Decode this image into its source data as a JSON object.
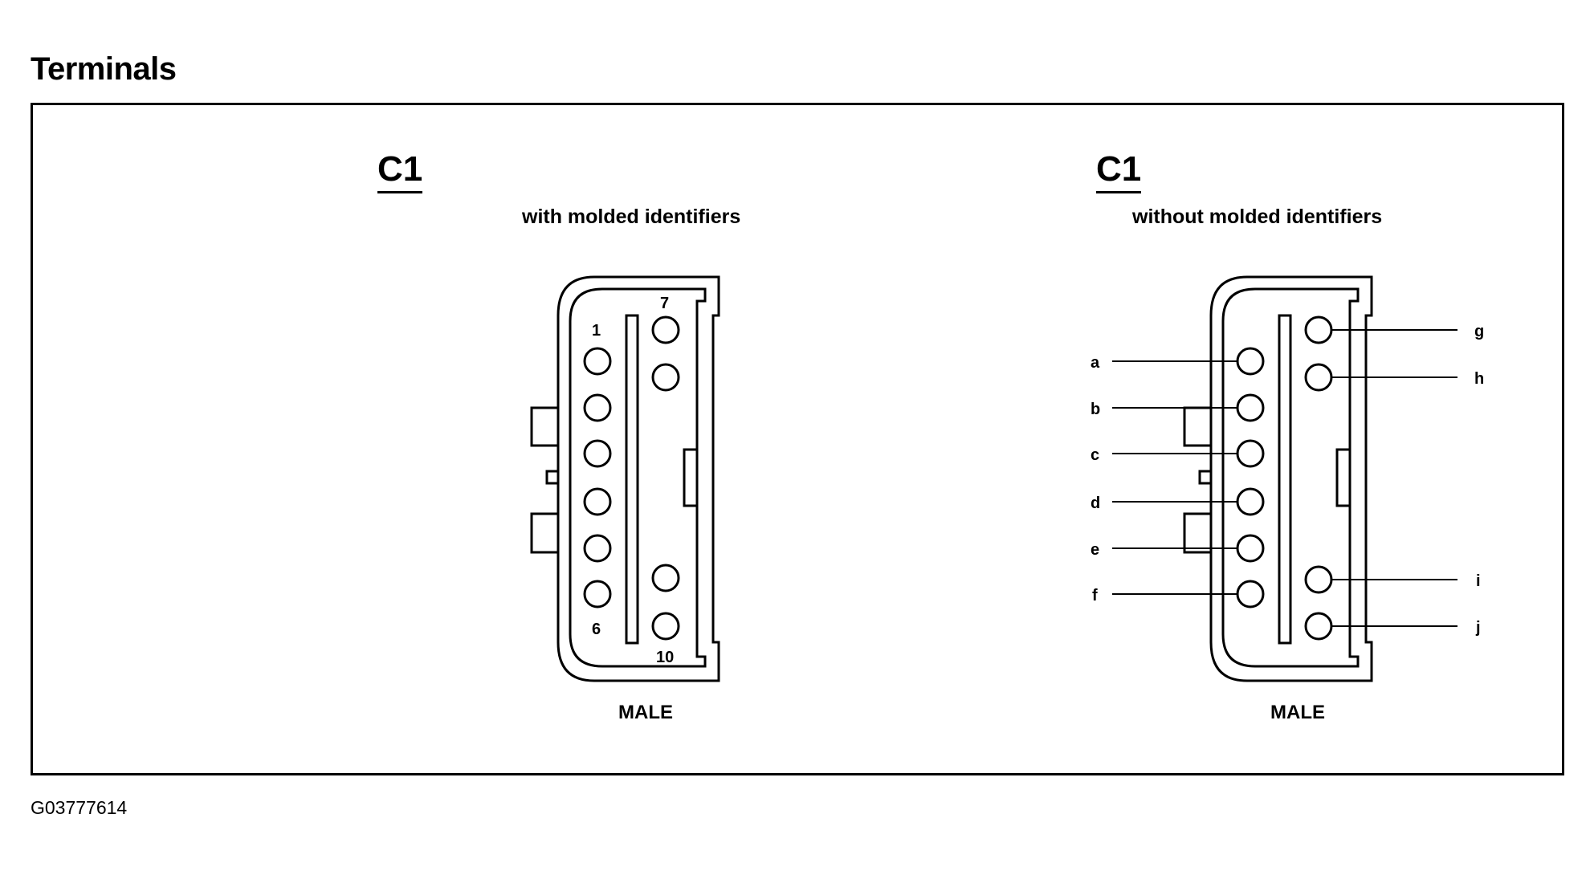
{
  "title": "Terminals",
  "figure_id": "G03777614",
  "left": {
    "connector": "C1",
    "subtitle": "with molded identifiers",
    "gender": "MALE",
    "pin_labels": {
      "p1": "1",
      "p6": "6",
      "p7": "7",
      "p10": "10"
    }
  },
  "right": {
    "connector": "C1",
    "subtitle": "without molded identifiers",
    "gender": "MALE",
    "pin_labels": [
      "a",
      "b",
      "c",
      "d",
      "e",
      "f",
      "g",
      "h",
      "i",
      "j"
    ]
  }
}
